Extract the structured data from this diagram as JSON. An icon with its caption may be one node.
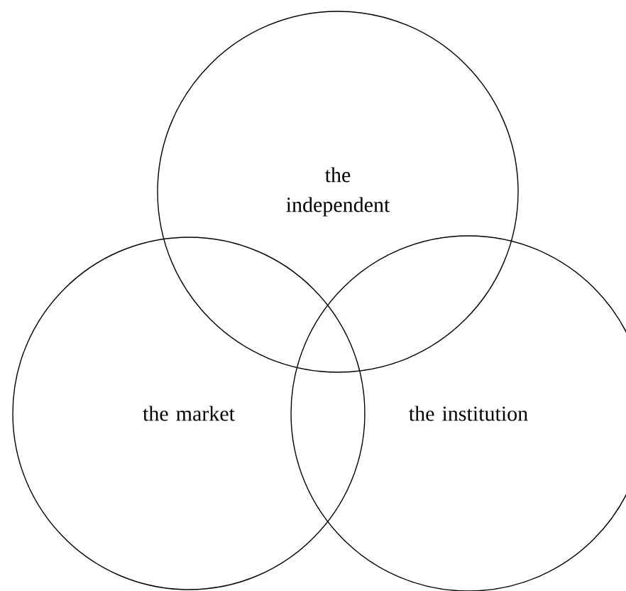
{
  "diagram": {
    "nodes": [
      {
        "text": [
          "the independent"
        ]
      },
      {
        "text": [
          "the market"
        ]
      },
      {
        "text": [
          "the institution"
        ]
      }
    ]
  }
}
